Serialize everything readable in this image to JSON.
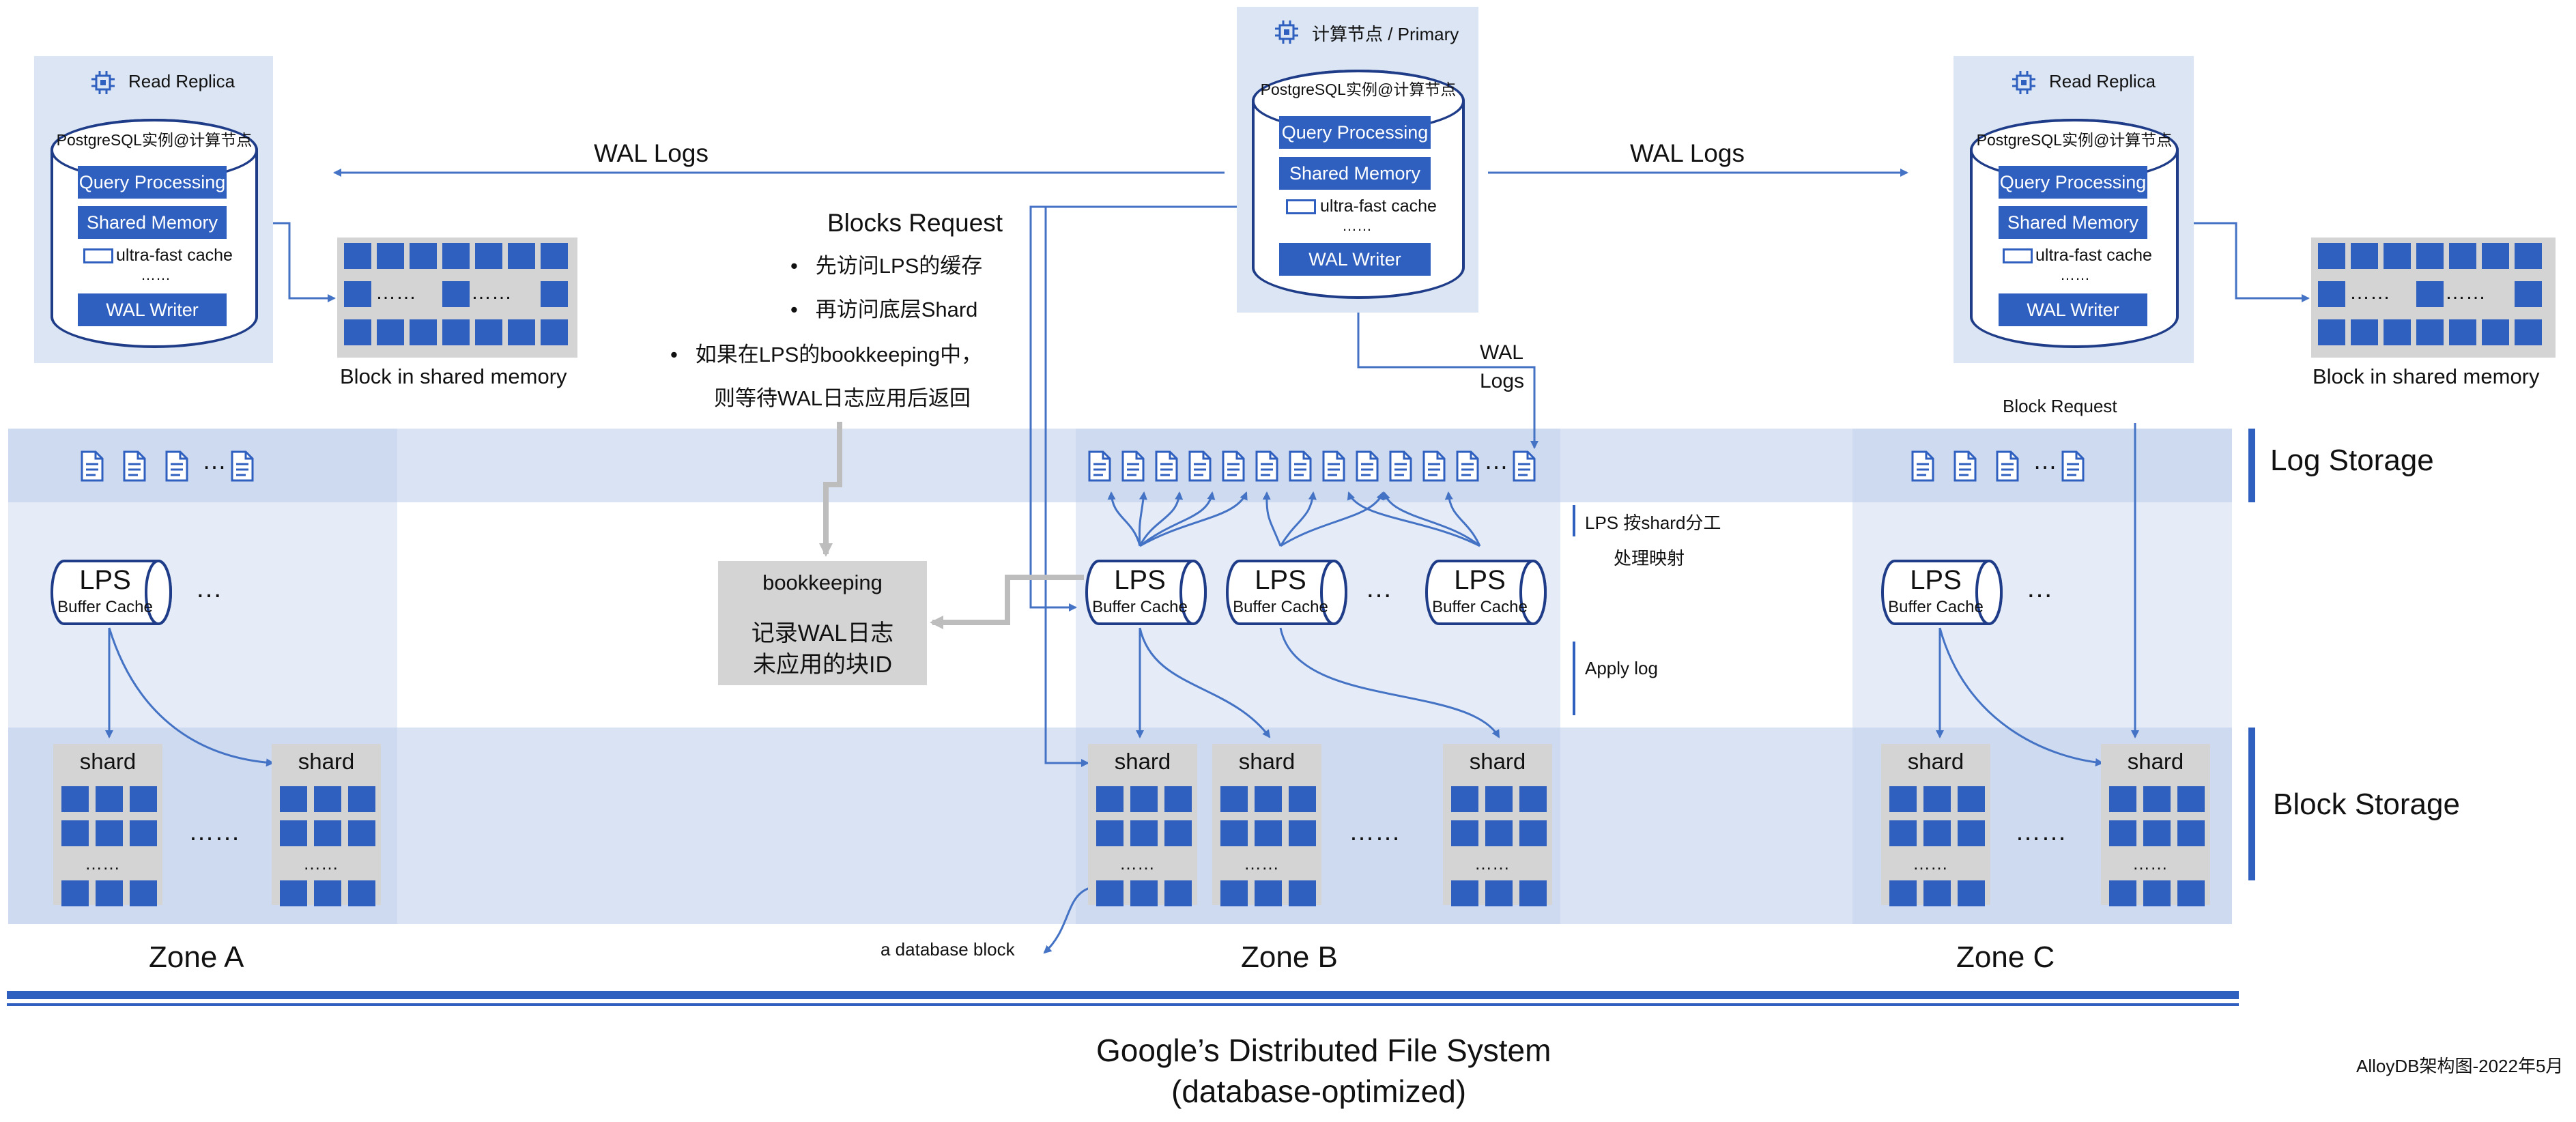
{
  "nodes": {
    "primary": {
      "title": "计算节点 / Primary",
      "db": "PostgreSQL实例@计算节点",
      "query": "Query Processing",
      "shared": "Shared Memory",
      "cache": "ultra-fast cache",
      "dots": "……",
      "wal": "WAL Writer"
    },
    "replica_left": {
      "title": "Read Replica",
      "db": "PostgreSQL实例@计算节点",
      "query": "Query Processing",
      "shared": "Shared Memory",
      "cache": "ultra-fast cache",
      "dots": "……",
      "wal": "WAL Writer"
    },
    "replica_right": {
      "title": "Read Replica",
      "db": "PostgreSQL实例@计算节点",
      "query": "Query Processing",
      "shared": "Shared Memory",
      "cache": "ultra-fast cache",
      "dots": "……",
      "wal": "WAL Writer"
    }
  },
  "wal_logs_left": "WAL  Logs",
  "wal_logs_right": "WAL  Logs",
  "wal_logs_small": [
    "WAL",
    "Logs"
  ],
  "block_request": "Block Request",
  "block_shared_memory": "Block in shared memory",
  "grid_dots": "……",
  "blocks_request": {
    "title": "Blocks Request",
    "items": [
      "先访问LPS的缓存",
      "再访问底层Shard",
      "如果在LPS的bookkeeping中，",
      "则等待WAL日志应用后返回"
    ]
  },
  "bookkeeping": {
    "title": "bookkeeping",
    "line1": "记录WAL日志",
    "line2": "未应用的块ID"
  },
  "lps": {
    "title": "LPS",
    "sub": "Buffer Cache",
    "ellipsis": "…",
    "doc_ellipsis": "…"
  },
  "shard_label": "shard",
  "shard_dots": "……",
  "annotations": {
    "lps_map_1": "LPS 按shard分工",
    "lps_map_2": "处理映射",
    "apply_log": "Apply log",
    "db_block": "a database block"
  },
  "storage": {
    "log": "Log Storage",
    "block": "Block Storage"
  },
  "zones": [
    "Zone A",
    "Zone B",
    "Zone C"
  ],
  "footer": {
    "line1": "Google’s Distributed File System",
    "line2": "(database-optimized)",
    "credit": "AlloyDB架构图-2022年5月"
  },
  "colors": {
    "accent": "#2f5fbf",
    "panel": "#dbe5f3",
    "grey": "#d4d4d4",
    "line": "#4472c4"
  }
}
